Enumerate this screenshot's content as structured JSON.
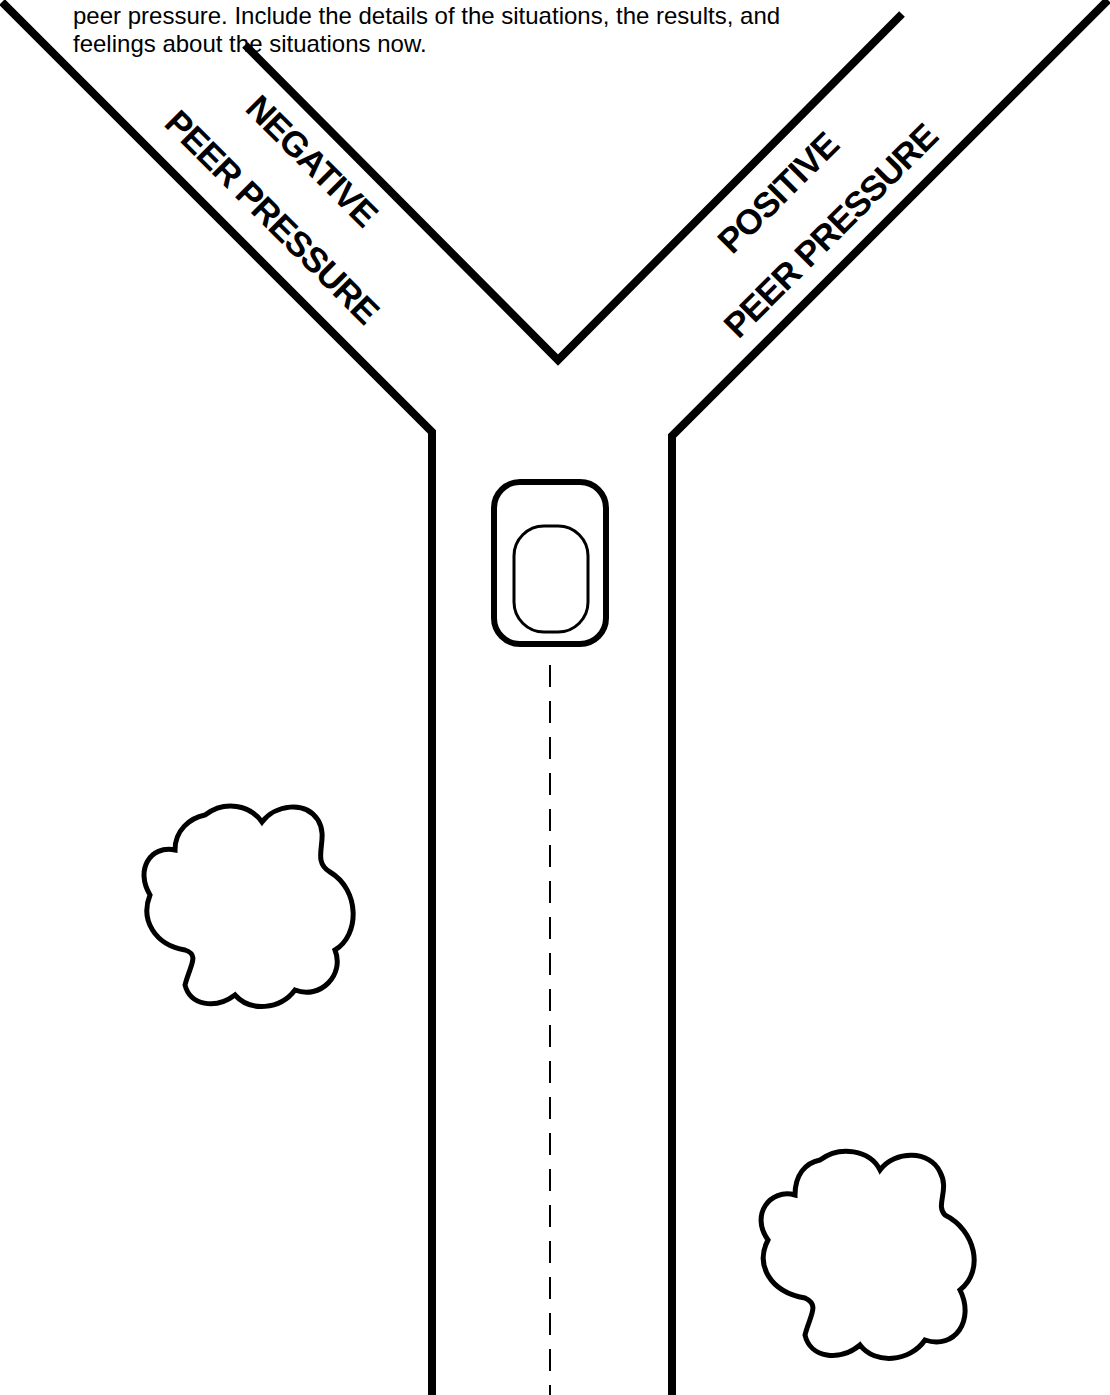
{
  "diagram": {
    "labels": [
      "peer pressure.  Include the details of the situations, the results, and",
      "feelings about the situations now.",
      "NEGATIVE",
      "PEER PRESSURE",
      "POSITIVE",
      "PEER PRESSURE"
    ]
  }
}
